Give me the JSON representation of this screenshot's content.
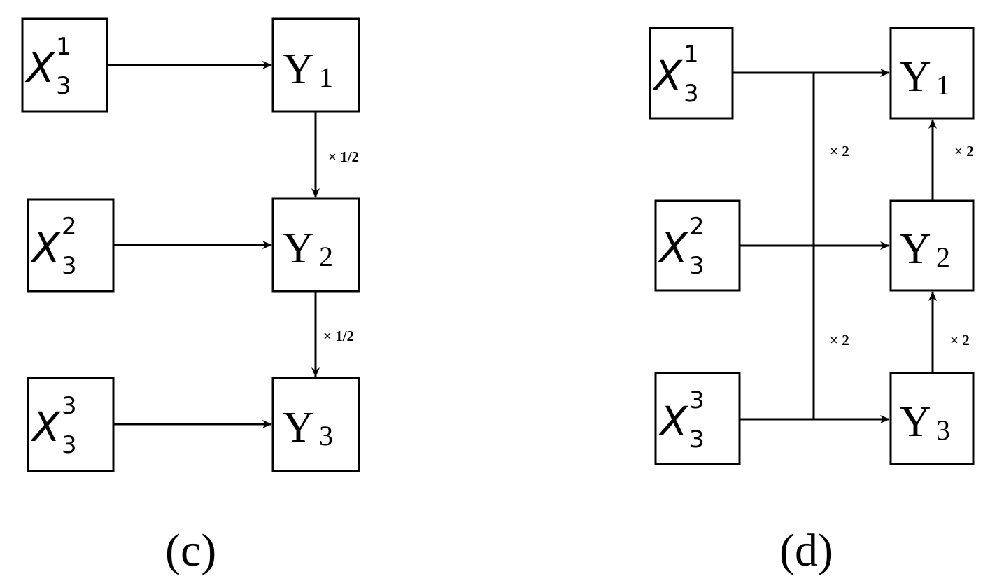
{
  "panel_c": {
    "caption": "(c)",
    "inputs": [
      {
        "base": "X",
        "sub": "3",
        "sup": "1"
      },
      {
        "base": "X",
        "sub": "3",
        "sup": "2"
      },
      {
        "base": "X",
        "sub": "3",
        "sup": "3"
      }
    ],
    "outputs": [
      {
        "base": "Y",
        "sub": "1"
      },
      {
        "base": "Y",
        "sub": "2"
      },
      {
        "base": "Y",
        "sub": "3"
      }
    ],
    "factors": [
      "× 1/2",
      "× 1/2"
    ]
  },
  "panel_d": {
    "caption": "(d)",
    "inputs": [
      {
        "base": "X",
        "sub": "3",
        "sup": "1"
      },
      {
        "base": "X",
        "sub": "3",
        "sup": "2"
      },
      {
        "base": "X",
        "sub": "3",
        "sup": "3"
      }
    ],
    "outputs": [
      {
        "base": "Y",
        "sub": "1"
      },
      {
        "base": "Y",
        "sub": "2"
      },
      {
        "base": "Y",
        "sub": "3"
      }
    ],
    "factors_vertical_bus": [
      "× 2",
      "× 2"
    ],
    "factors_right": [
      "× 2",
      "× 2"
    ]
  },
  "colors": {
    "stroke": "#000000",
    "background": "#ffffff"
  }
}
